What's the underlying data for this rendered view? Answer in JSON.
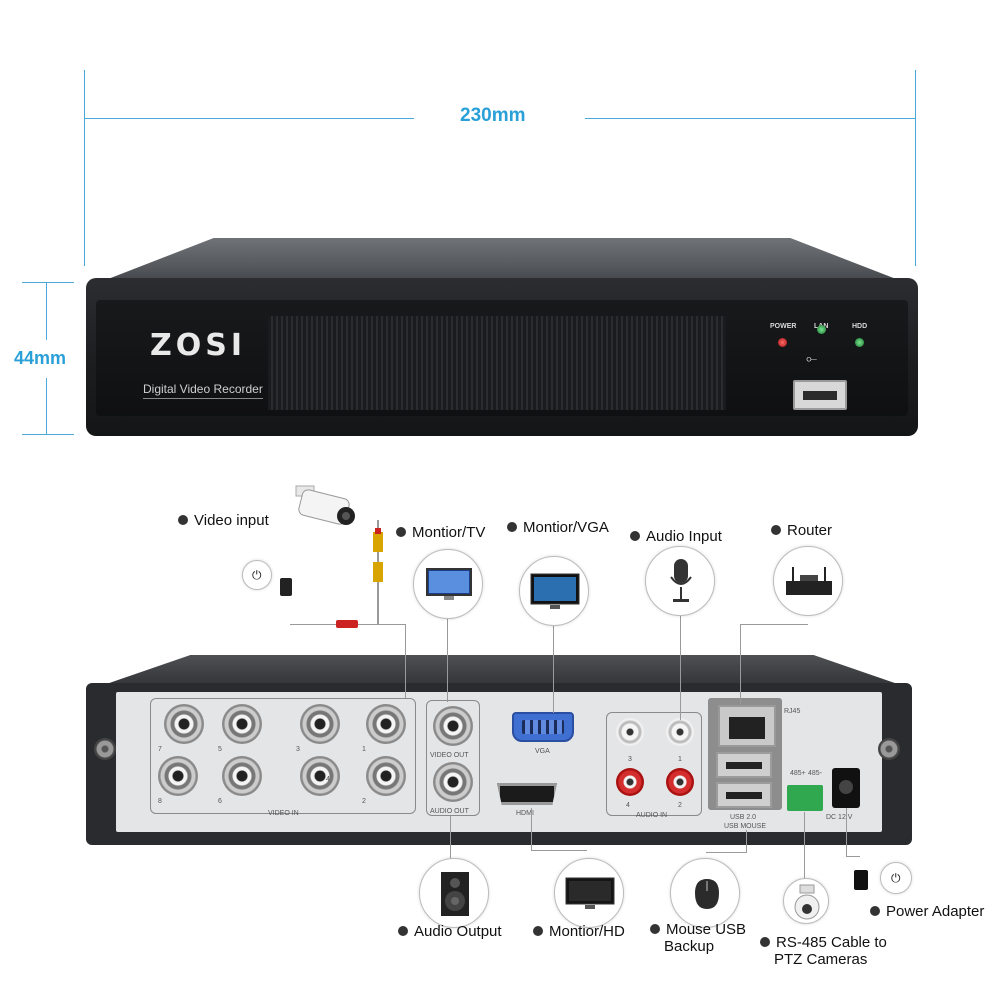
{
  "dimensions": {
    "width_label": "230mm",
    "height_label": "44mm"
  },
  "front_panel": {
    "logo": "ZOSI",
    "subtitle": "Digital Video Recorder",
    "indicators": [
      "POWER",
      "LAN",
      "HDD"
    ],
    "colors": {
      "power_led": "#d32020",
      "lan_led": "#2fa84f",
      "hdd_led": "#2fa84f"
    }
  },
  "rear_panel": {
    "bnc_numbers_top": [
      "7",
      "5",
      "3",
      "1"
    ],
    "bnc_numbers_bottom": [
      "8",
      "6",
      "4",
      "2"
    ],
    "video_in_label": "VIDEO IN",
    "video_out_label": "VIDEO OUT",
    "audio_out_label": "AUDIO OUT",
    "vga_label": "VGA",
    "hdmi_label": "HDMI",
    "audio_in_label": "AUDIO IN",
    "audio_in_numbers": [
      "3",
      "1",
      "4",
      "2"
    ],
    "rj45_label": "RJ45",
    "usb_label_1": "USB 2.0",
    "usb_label_2": "USB MOUSE",
    "rs485_labels": [
      "485+",
      "485-"
    ],
    "dc_label": "DC 12 V"
  },
  "callouts": {
    "video_input": "Video input",
    "monitor_tv": "Montior/TV",
    "monitor_vga": "Montior/VGA",
    "audio_input": "Audio Input",
    "router": "Router",
    "audio_output": "Audio Output",
    "monitor_hd": "Montior/HD",
    "mouse_usb_line1": "Mouse USB",
    "mouse_usb_line2": "Backup",
    "rs485_line1": "RS-485 Cable to",
    "rs485_line2": "PTZ Cameras",
    "power_adapter": "Power Adapter"
  }
}
